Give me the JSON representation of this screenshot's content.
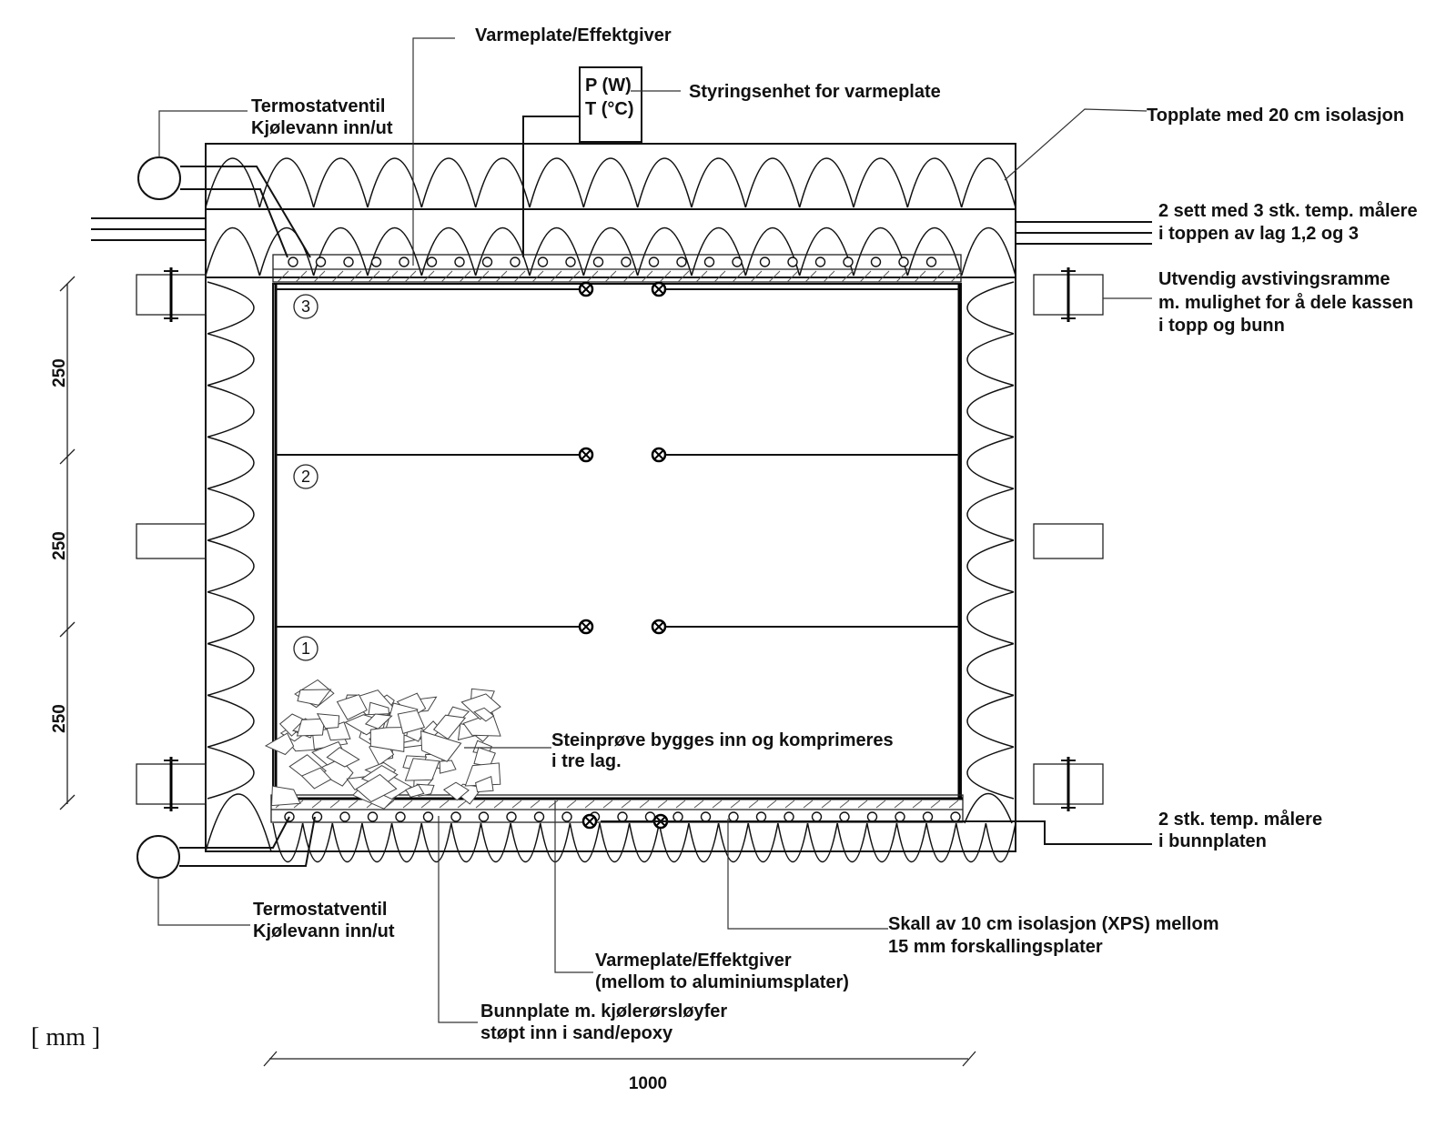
{
  "labels": {
    "varmeplate_top": "Varmeplate/Effektgiver",
    "styring": "Styringsenhet for varmeplate",
    "termo_top_1": "Termostatventil",
    "termo_top_2": "Kjølevann inn/ut",
    "topplate": "Topplate med 20 cm isolasjon",
    "sett_1": "2 sett med 3 stk. temp. målere",
    "sett_2": "i toppen av lag 1,2 og 3",
    "ramme_1": "Utvendig avstivingsramme",
    "ramme_2": "m. mulighet for å dele kassen",
    "ramme_3": "i topp og bunn",
    "stein_1": "Steinprøve bygges inn og komprimeres",
    "stein_2": "i tre lag.",
    "bunn_temp_1": "2 stk. temp. målere",
    "bunn_temp_2": "i bunnplaten",
    "termo_bot_1": "Termostatventil",
    "termo_bot_2": "Kjølevann inn/ut",
    "skall_1": "Skall av 10 cm isolasjon (XPS) mellom",
    "skall_2": "15 mm forskallingsplater",
    "varmeplate_bot_1": "Varmeplate/Effektgiver",
    "varmeplate_bot_2": "(mellom to aluminiumsplater)",
    "bunnplate_1": "Bunnplate m. kjølerørsløyfer",
    "bunnplate_2": "støpt inn i sand/epoxy"
  },
  "control_box": {
    "line1": "P (W)",
    "line2": "T (°C)"
  },
  "layers": [
    "3",
    "2",
    "1"
  ],
  "dimensions": {
    "vertical": [
      "250",
      "250",
      "250"
    ],
    "horizontal": "1000"
  },
  "unit": "[ mm ]"
}
